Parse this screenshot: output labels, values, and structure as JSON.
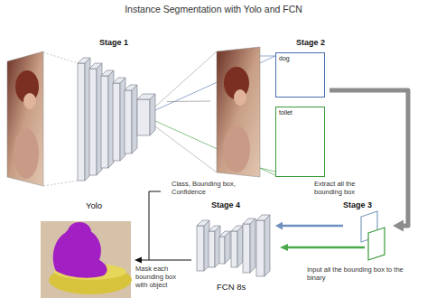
{
  "diagram": {
    "title": "Instance Segmentation with Yolo and FCN",
    "nodes": [
      {
        "text": [
          "Stage 1",
          "Yolo"
        ]
      },
      {
        "text": [
          "Stage 2"
        ]
      },
      {
        "text": [
          "dog"
        ],
        "in": 1
      },
      {
        "text": [
          "toilet"
        ],
        "in": 1
      },
      {
        "text": [
          "Stage 3"
        ]
      },
      {
        "text": [
          "Stage 4",
          "FCN 8s"
        ]
      }
    ],
    "edges": [
      {
        "from": 0,
        "to": 1,
        "arrow": "none"
      },
      {
        "from": 1,
        "to": 4,
        "arrow": "to"
      },
      {
        "from": 4,
        "to": 5,
        "arrow": "to"
      }
    ],
    "labels": [
      "Class, Bounding box, Confidence",
      "Extract all the bounding box",
      "Input all the bounding box to the binary",
      "Mask each bounding box with object"
    ]
  }
}
